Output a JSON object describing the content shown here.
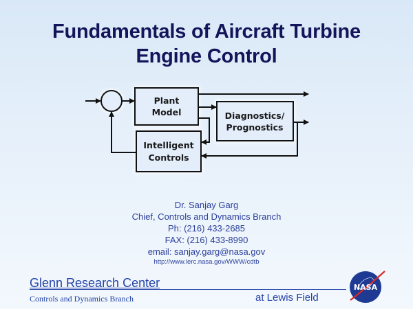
{
  "slide": {
    "title_line1": "Fundamentals of Aircraft Turbine",
    "title_line2": "Engine Control"
  },
  "diagram": {
    "blocks": {
      "plant_line1": "Plant",
      "plant_line2": "Model",
      "diag_line1": "Diagnostics/",
      "diag_line2": "Prognostics",
      "ctrl_line1": "Intelligent",
      "ctrl_line2": "Controls"
    },
    "elements": [
      "summing-junction",
      "plant-model",
      "diagnostics-prognostics",
      "intelligent-controls"
    ]
  },
  "contact": {
    "name": "Dr. Sanjay Garg",
    "role": "Chief, Controls and Dynamics Branch",
    "phone": "Ph: (216) 433-2685",
    "fax": "FAX: (216) 433-8990",
    "email": "email: sanjay.garg@nasa.gov",
    "url": "http://www.lerc.nasa.gov/WWW/cdtb"
  },
  "footer": {
    "center": "Glenn Research Center",
    "branch": "Controls and Dynamics Branch",
    "field": "at Lewis Field",
    "logo_text": "NASA"
  },
  "colors": {
    "title": "#14145a",
    "contact_text": "#2b3f9a",
    "footer_text": "#2342a8",
    "block_fill": "#e4eefb",
    "logo_blue": "#1f3a93",
    "logo_red": "#d62828"
  }
}
